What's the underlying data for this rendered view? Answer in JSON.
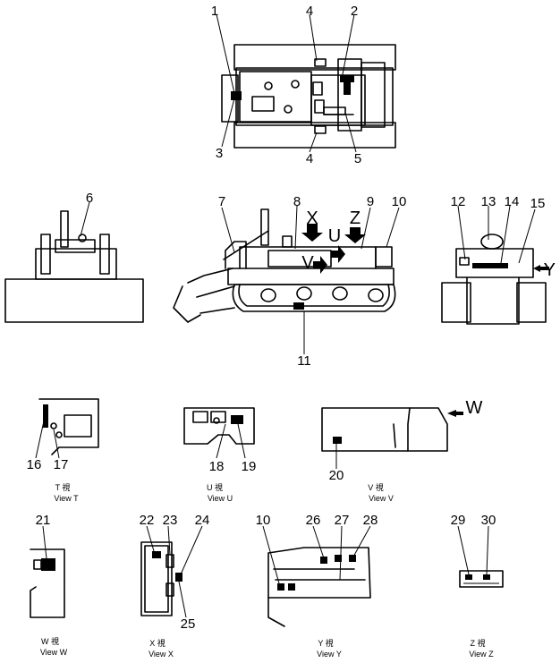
{
  "part_numbers": [
    "1",
    "2",
    "3",
    "4",
    "4",
    "5",
    "6",
    "7",
    "8",
    "9",
    "10",
    "11",
    "12",
    "13",
    "14",
    "15",
    "16",
    "17",
    "18",
    "19",
    "20",
    "21",
    "22",
    "23",
    "24",
    "25",
    "10",
    "26",
    "27",
    "28",
    "29",
    "30"
  ],
  "view_letters": [
    "X",
    "U",
    "Z",
    "V",
    "Y",
    "W"
  ],
  "captions": [
    {
      "label": "T  視",
      "sub": "View  T"
    },
    {
      "label": "U  視",
      "sub": "View  U"
    },
    {
      "label": "V  視",
      "sub": "View  V"
    },
    {
      "label": "W  視",
      "sub": "View  W"
    },
    {
      "label": "X  視",
      "sub": "View  X"
    },
    {
      "label": "Y  視",
      "sub": "View  Y"
    },
    {
      "label": "Z  視",
      "sub": "View  Z"
    }
  ]
}
